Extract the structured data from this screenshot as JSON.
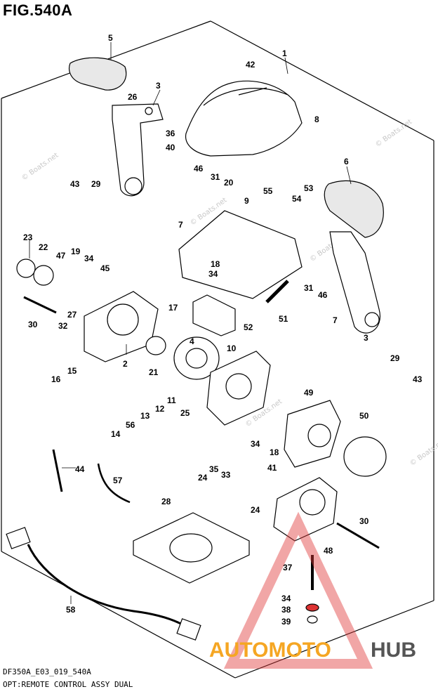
{
  "figure": {
    "title": "FIG.540A",
    "code_line": "DF350A_E03_019_540A",
    "caption": "OPT:REMOTE CONTROL ASSY DUAL"
  },
  "watermark_text": "© Boats.net",
  "brand": {
    "part1": "AUTOMOTO",
    "part2": "HUB",
    "color_main": "#f5a623",
    "color_hub": "#555555",
    "logo_color": "#e03a3a"
  },
  "callouts": [
    "1",
    "42",
    "5",
    "26",
    "3",
    "36",
    "40",
    "8",
    "43",
    "29",
    "46",
    "31",
    "20",
    "6",
    "7",
    "55",
    "53",
    "54",
    "9",
    "23",
    "22",
    "47",
    "19",
    "34",
    "45",
    "18",
    "34",
    "31",
    "46",
    "30",
    "32",
    "27",
    "17",
    "52",
    "51",
    "7",
    "4",
    "3",
    "29",
    "43",
    "16",
    "15",
    "2",
    "21",
    "10",
    "12",
    "13",
    "56",
    "14",
    "11",
    "25",
    "49",
    "50",
    "34",
    "18",
    "44",
    "57",
    "24",
    "35",
    "33",
    "41",
    "24",
    "28",
    "30",
    "48",
    "37",
    "34",
    "38",
    "39",
    "58"
  ]
}
